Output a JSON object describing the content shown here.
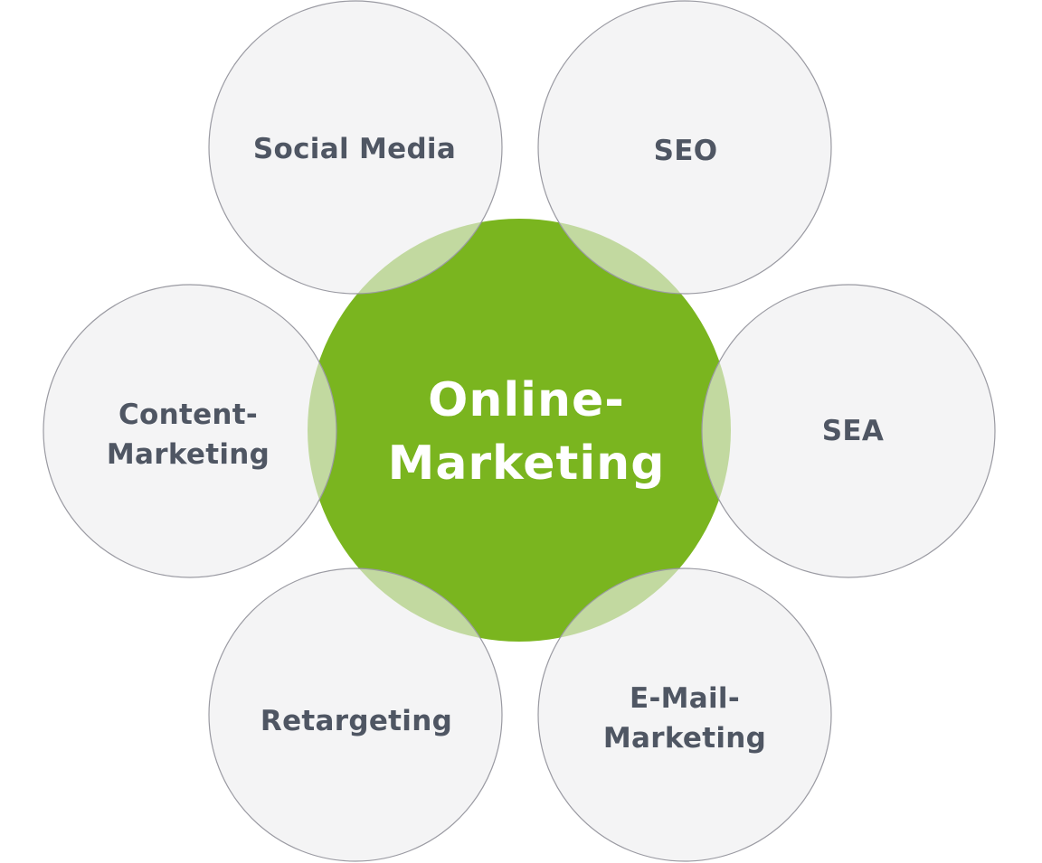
{
  "diagram": {
    "type": "hub-and-spoke",
    "colors": {
      "background": "#ffffff",
      "center_fill": "#7ab51f",
      "center_overlap_fill": "#c2d9a0",
      "satellite_fill": "#f4f4f5",
      "satellite_stroke": "#9a9aa2",
      "satellite_text": "#4f5663",
      "center_text": "#ffffff"
    },
    "center": {
      "line1": "Online-",
      "line2": "Marketing"
    },
    "satellites": [
      {
        "id": "social-media",
        "line1": "Social Media",
        "line2": ""
      },
      {
        "id": "seo",
        "line1": "SEO",
        "line2": ""
      },
      {
        "id": "content-marketing",
        "line1": "Content-",
        "line2": "Marketing"
      },
      {
        "id": "sea",
        "line1": "SEA",
        "line2": ""
      },
      {
        "id": "retargeting",
        "line1": "Retargeting",
        "line2": ""
      },
      {
        "id": "email-marketing",
        "line1": "E-Mail-",
        "line2": "Marketing"
      }
    ]
  }
}
